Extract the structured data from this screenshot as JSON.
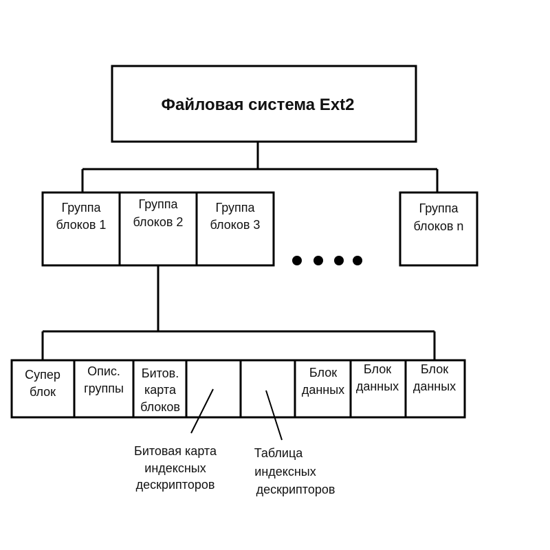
{
  "root": {
    "title": "Файловая система Ext2"
  },
  "groups": [
    {
      "line1": "Группа",
      "line2": "блоков 1"
    },
    {
      "line1": "Группа",
      "line2": "блоков 2"
    },
    {
      "line1": "Группа",
      "line2": "блоков 3"
    },
    {
      "line1": "Группа",
      "line2": "блоков n"
    }
  ],
  "blocks": [
    {
      "line1": "Супер",
      "line2": "блок",
      "line3": ""
    },
    {
      "line1": "Опис.",
      "line2": "группы",
      "line3": ""
    },
    {
      "line1": "Битов.",
      "line2": "карта",
      "line3": "блоков"
    },
    {
      "line1": "",
      "line2": "",
      "line3": ""
    },
    {
      "line1": "",
      "line2": "",
      "line3": ""
    },
    {
      "line1": "Блок",
      "line2": "данных",
      "line3": ""
    },
    {
      "line1": "Блок",
      "line2": "данных",
      "line3": ""
    },
    {
      "line1": "Блок",
      "line2": "данных",
      "line3": ""
    }
  ],
  "annotations": {
    "inode_bitmap": {
      "line1": "Битовая карта",
      "line2": "индексных",
      "line3": "дескрипторов"
    },
    "inode_table": {
      "line1": "Таблица",
      "line2": "индексных",
      "line3": "дескрипторов"
    }
  },
  "colors": {
    "stroke": "#000000",
    "background": "#ffffff",
    "text": "#111111"
  }
}
